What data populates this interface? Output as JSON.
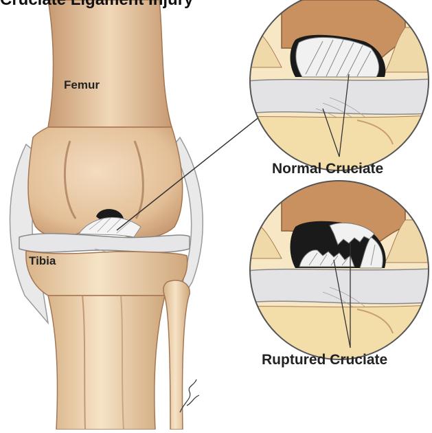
{
  "diagram": {
    "title": "Cruciate Ligament Injury",
    "labels": {
      "femur": "Femur",
      "tibia": "Tibia",
      "normal": "Normal Cruciate",
      "ruptured": "Ruptured Cruciate"
    },
    "colors": {
      "bone": "#e9c9a3",
      "bone_shadow": "#c9a07a",
      "bone_dark": "#a47552",
      "cartilage": "#f3e3b4",
      "meniscus": "#e6e6e8",
      "ligament": "#f2f2f2",
      "leader_line": "#333333"
    }
  }
}
